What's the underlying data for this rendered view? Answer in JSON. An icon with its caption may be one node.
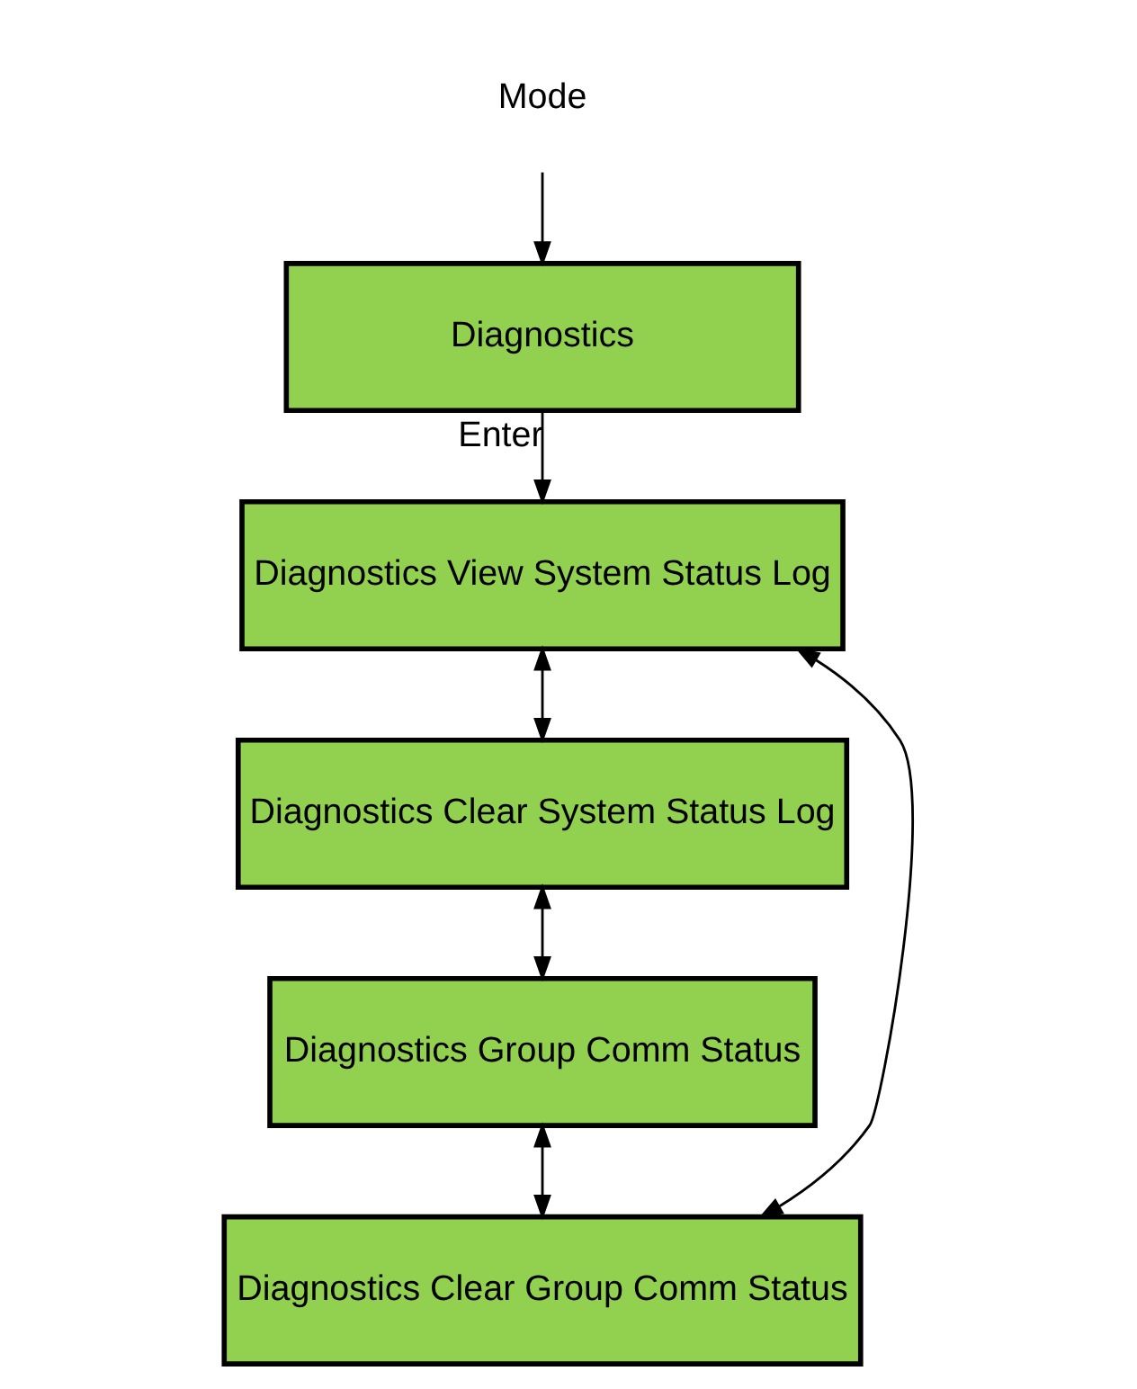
{
  "diagram": {
    "nodes": [
      {
        "text": [
          "Diagnostics"
        ]
      },
      {
        "text": [
          "Mode"
        ]
      },
      {
        "text": [
          "Diagnostics View System Status Log"
        ]
      },
      {
        "text": [
          "Diagnostics Clear System Status Log"
        ]
      },
      {
        "text": [
          "Diagnostics Group Comm Status"
        ]
      },
      {
        "text": [
          "Diagnostics Clear Group Comm Status"
        ]
      }
    ],
    "edges": [
      {
        "from": 1,
        "to": 0,
        "arrow": "to"
      },
      {
        "from": 0,
        "to": 2,
        "arrow": "to",
        "label": "Enter"
      },
      {
        "from": 2,
        "to": 3,
        "arrow": "both"
      },
      {
        "from": 3,
        "to": 4,
        "arrow": "both"
      },
      {
        "from": 4,
        "to": 5,
        "arrow": "both"
      },
      {
        "from": 5,
        "to": 2,
        "arrow": "both"
      }
    ]
  }
}
